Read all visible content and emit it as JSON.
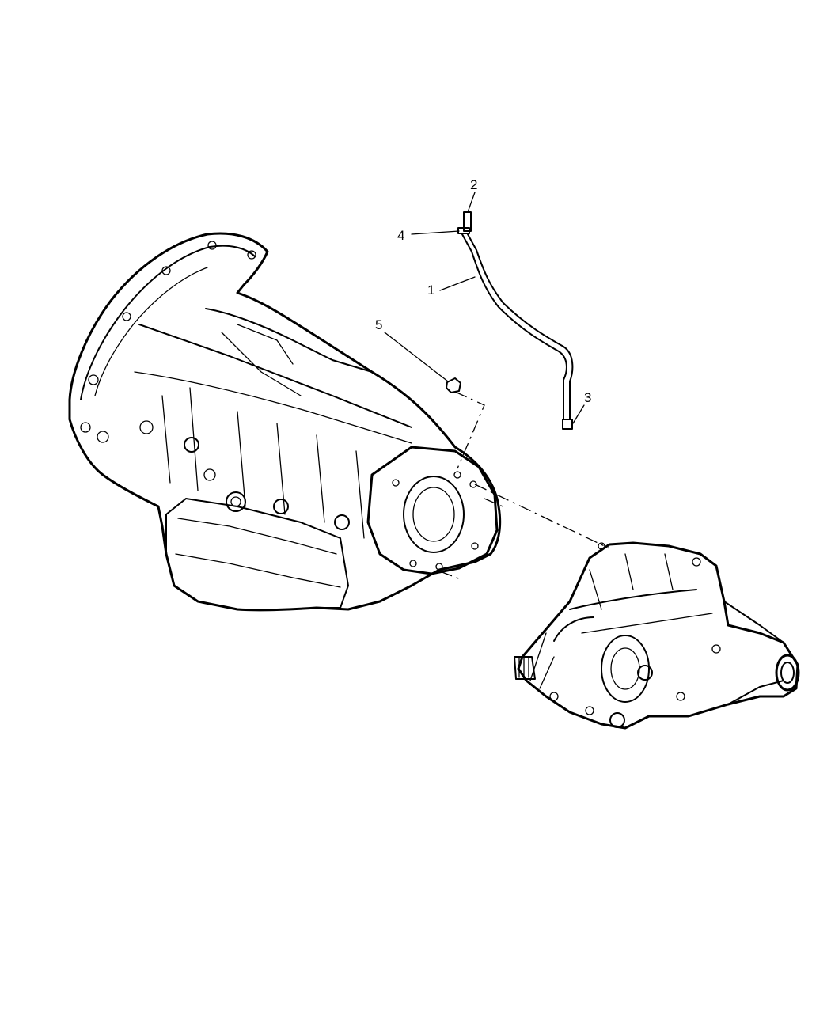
{
  "diagram": {
    "callouts": [
      {
        "id": "1",
        "label": "1"
      },
      {
        "id": "2",
        "label": "2"
      },
      {
        "id": "3",
        "label": "3"
      },
      {
        "id": "4",
        "label": "4"
      },
      {
        "id": "5",
        "label": "5"
      }
    ],
    "parts": [
      "transmission",
      "transfer-case",
      "vent-hose",
      "vent-fitting",
      "hose-clip",
      "hose-end",
      "nut"
    ]
  }
}
